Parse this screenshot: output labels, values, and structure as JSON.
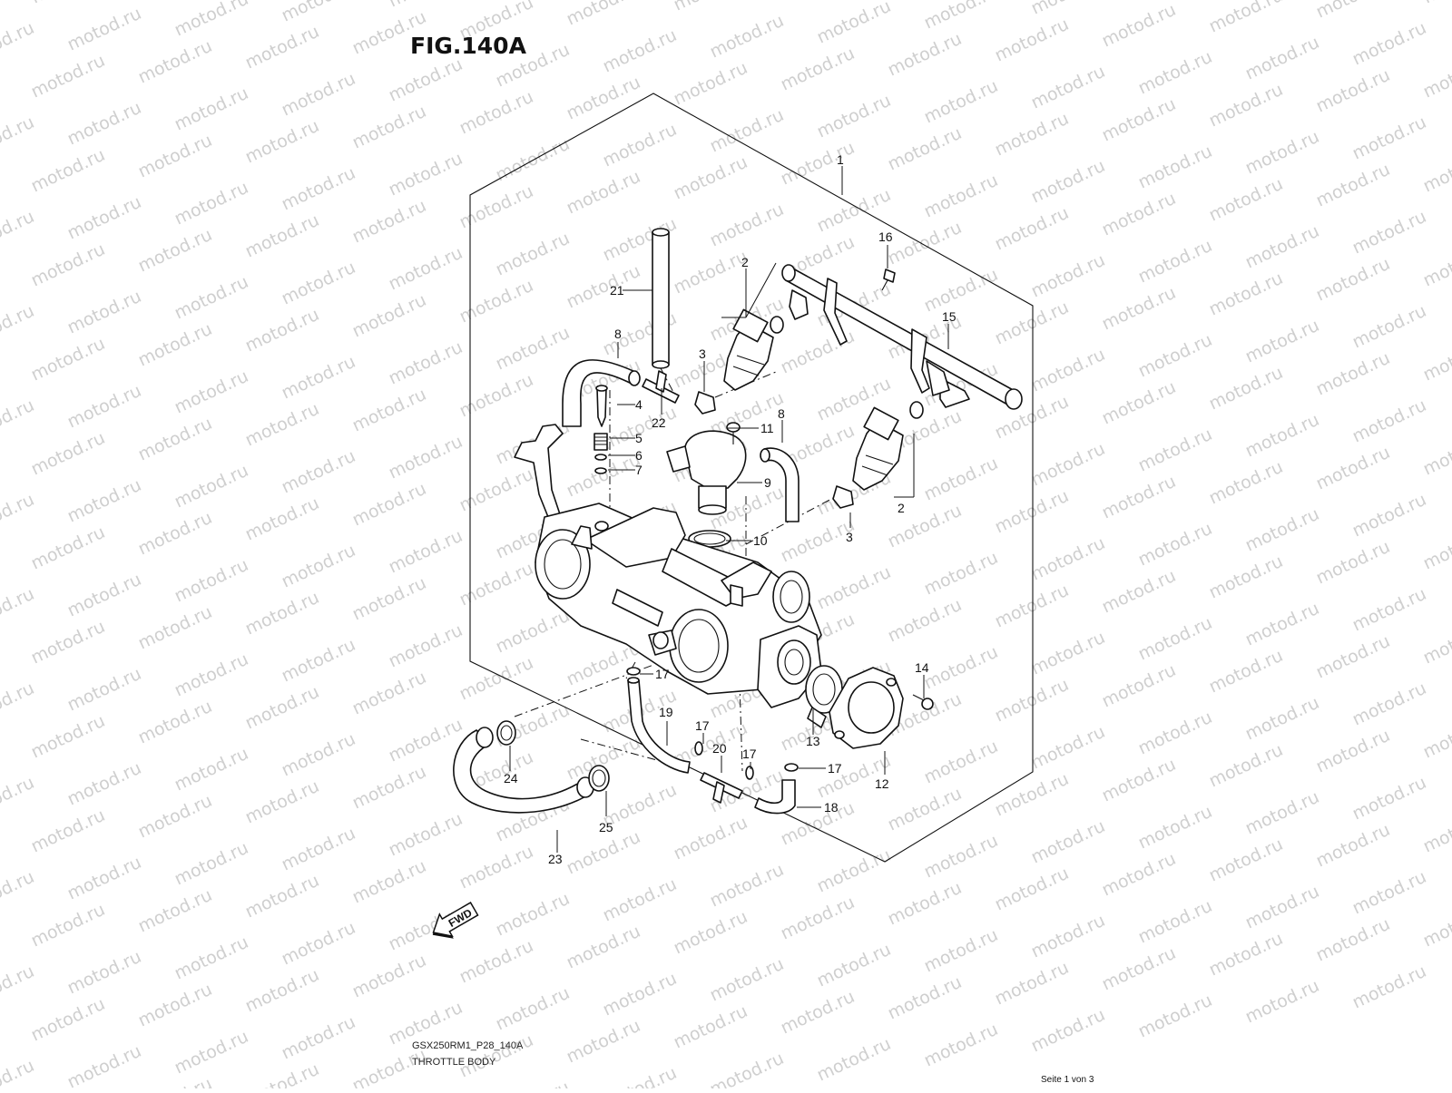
{
  "figure": {
    "title": "FIG.140A",
    "code": "GSX250RM1_P28_140A",
    "name": "THROTTLE BODY",
    "page": "Seite 1 von 3"
  },
  "watermark": {
    "text": "motod.ru",
    "color": "#cfcfcf"
  },
  "fwd_arrow": {
    "text": "FWD"
  },
  "callouts": [
    {
      "id": "c1",
      "label": "1"
    },
    {
      "id": "c2a",
      "label": "2"
    },
    {
      "id": "c2b",
      "label": "2"
    },
    {
      "id": "c3a",
      "label": "3"
    },
    {
      "id": "c3b",
      "label": "3"
    },
    {
      "id": "c4",
      "label": "4"
    },
    {
      "id": "c5",
      "label": "5"
    },
    {
      "id": "c6",
      "label": "6"
    },
    {
      "id": "c7",
      "label": "7"
    },
    {
      "id": "c8a",
      "label": "8"
    },
    {
      "id": "c8b",
      "label": "8"
    },
    {
      "id": "c9",
      "label": "9"
    },
    {
      "id": "c10",
      "label": "10"
    },
    {
      "id": "c11",
      "label": "11"
    },
    {
      "id": "c12",
      "label": "12"
    },
    {
      "id": "c13",
      "label": "13"
    },
    {
      "id": "c14",
      "label": "14"
    },
    {
      "id": "c15",
      "label": "15"
    },
    {
      "id": "c16",
      "label": "16"
    },
    {
      "id": "c17a",
      "label": "17"
    },
    {
      "id": "c17b",
      "label": "17"
    },
    {
      "id": "c17c",
      "label": "17"
    },
    {
      "id": "c17d",
      "label": "17"
    },
    {
      "id": "c18",
      "label": "18"
    },
    {
      "id": "c19",
      "label": "19"
    },
    {
      "id": "c20",
      "label": "20"
    },
    {
      "id": "c21",
      "label": "21"
    },
    {
      "id": "c22",
      "label": "22"
    },
    {
      "id": "c23",
      "label": "23"
    },
    {
      "id": "c24",
      "label": "24"
    },
    {
      "id": "c25",
      "label": "25"
    }
  ]
}
